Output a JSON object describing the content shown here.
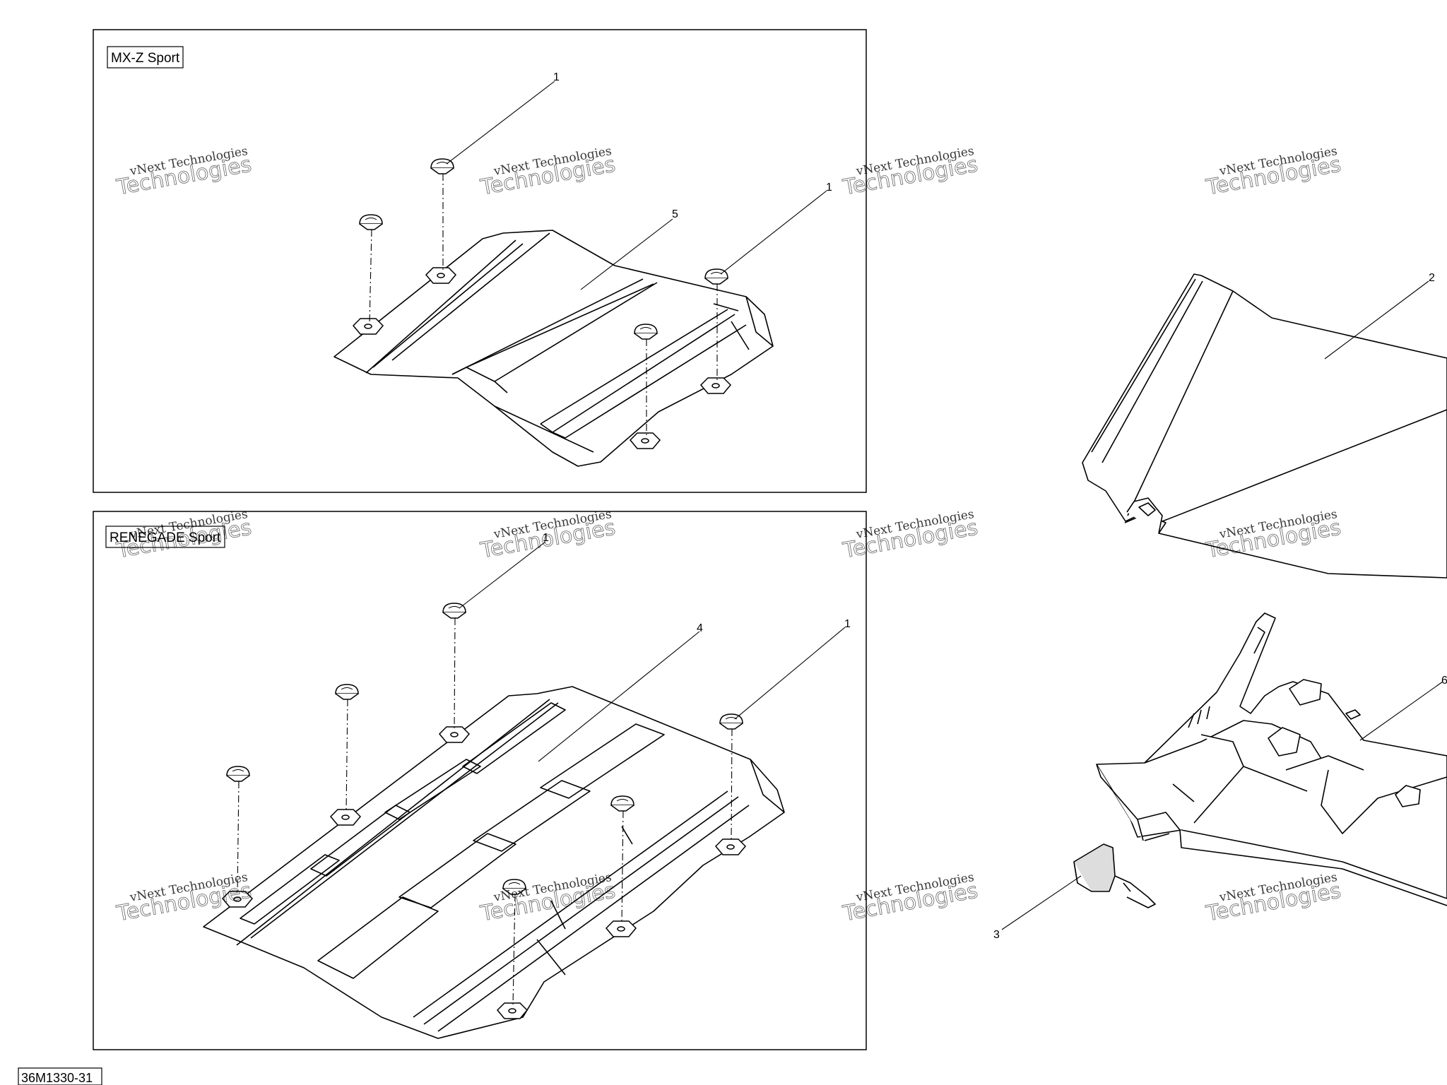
{
  "panels": {
    "top_title": "MX-Z Sport",
    "bottom_title": "RENEGADE Sport"
  },
  "callouts": {
    "c1": "1",
    "c2": "2",
    "c3": "3",
    "c4": "4",
    "c5": "5",
    "c6": "6"
  },
  "watermark": {
    "line1": "vNext Technologies",
    "line2": "Technologies"
  },
  "figure_code": "36M1330-31"
}
